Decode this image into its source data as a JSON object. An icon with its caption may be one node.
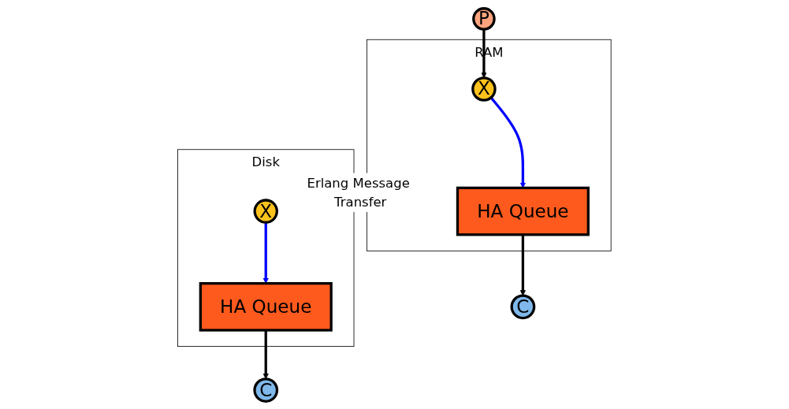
{
  "diagram": {
    "nodes": [
      {
        "text": [
          "P"
        ]
      },
      {
        "text": [
          "RAM"
        ]
      },
      {
        "text": [
          "X"
        ],
        "in": 1
      },
      {
        "text": [
          "HA Queue"
        ],
        "in": 1
      },
      {
        "text": [
          "C"
        ]
      },
      {
        "text": [
          "Disk"
        ]
      },
      {
        "text": [
          "X"
        ],
        "in": 5
      },
      {
        "text": [
          "HA Queue"
        ],
        "in": 5
      },
      {
        "text": [
          "C"
        ]
      }
    ],
    "edges": [
      {
        "from": 0,
        "to": 2,
        "arrow": "to"
      },
      {
        "from": 2,
        "to": 3,
        "arrow": "to",
        "color": "#0000ff"
      },
      {
        "from": 3,
        "to": 4,
        "arrow": "to"
      },
      {
        "from": 1,
        "to": 5,
        "arrow": "both",
        "label": "Erlang Message Transfer"
      },
      {
        "from": 6,
        "to": 7,
        "arrow": "to",
        "color": "#0000ff"
      },
      {
        "from": 7,
        "to": 8,
        "arrow": "to"
      }
    ]
  }
}
